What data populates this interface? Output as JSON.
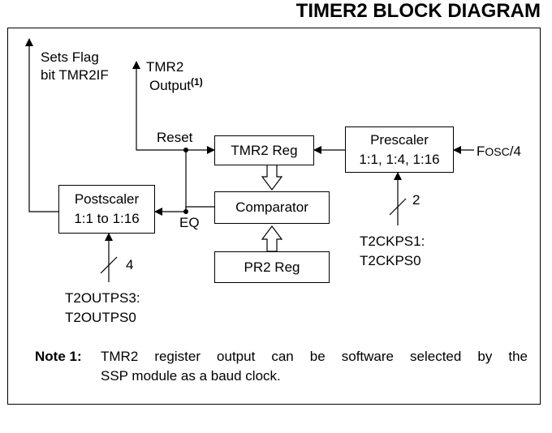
{
  "title": "TIMER2 BLOCK DIAGRAM",
  "labels": {
    "sets_flag_1": "Sets Flag",
    "sets_flag_2": "bit TMR2IF",
    "tmr2_output_1": "TMR2",
    "tmr2_output_2": "Output",
    "tmr2_output_sup": "(1)",
    "reset": "Reset",
    "eq": "EQ",
    "fosc_f": "F",
    "fosc_osc": "OSC",
    "fosc_div": "/4",
    "prescale_bits": "2",
    "prescale_sel_1": "T2CKPS1:",
    "prescale_sel_2": "T2CKPS0",
    "postscale_bits": "4",
    "postscale_sel_1": "T2OUTPS3:",
    "postscale_sel_2": "T2OUTPS0"
  },
  "blocks": {
    "tmr2_reg": "TMR2 Reg",
    "prescaler_1": "Prescaler",
    "prescaler_2": "1:1, 1:4, 1:16",
    "postscaler_1": "Postscaler",
    "postscaler_2": "1:1 to 1:16",
    "comparator": "Comparator",
    "pr2_reg": "PR2 Reg"
  },
  "note": {
    "head": "Note 1:",
    "line1": "TMR2 register output can be software selected by the",
    "line2": "SSP module as a baud clock."
  }
}
